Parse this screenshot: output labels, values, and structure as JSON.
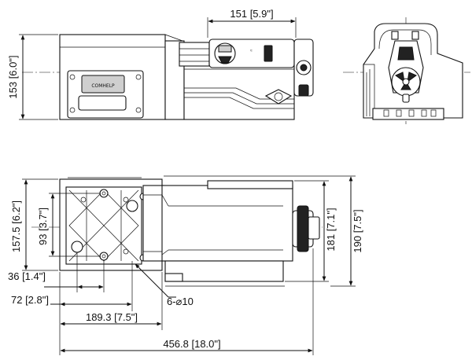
{
  "drawing": {
    "dimensions": {
      "top_width": "151 [5.9\"]",
      "side_height": "153 [6.0\"]",
      "left_height": "157.5 [6.2\"]",
      "inner_height": "93 [3.7\"]",
      "right_height_a": "181 [7.1\"]",
      "right_height_b": "190 [7.5\"]",
      "offset_a": "36 [1.4\"]",
      "offset_b": "72 [2.8\"]",
      "hole_callout": "6-⌀10",
      "mid_length": "189.3 [7.5\"]",
      "overall_length": "456.8 [18.0\"]"
    },
    "labels": {
      "nameplate": "COMHELP"
    }
  }
}
